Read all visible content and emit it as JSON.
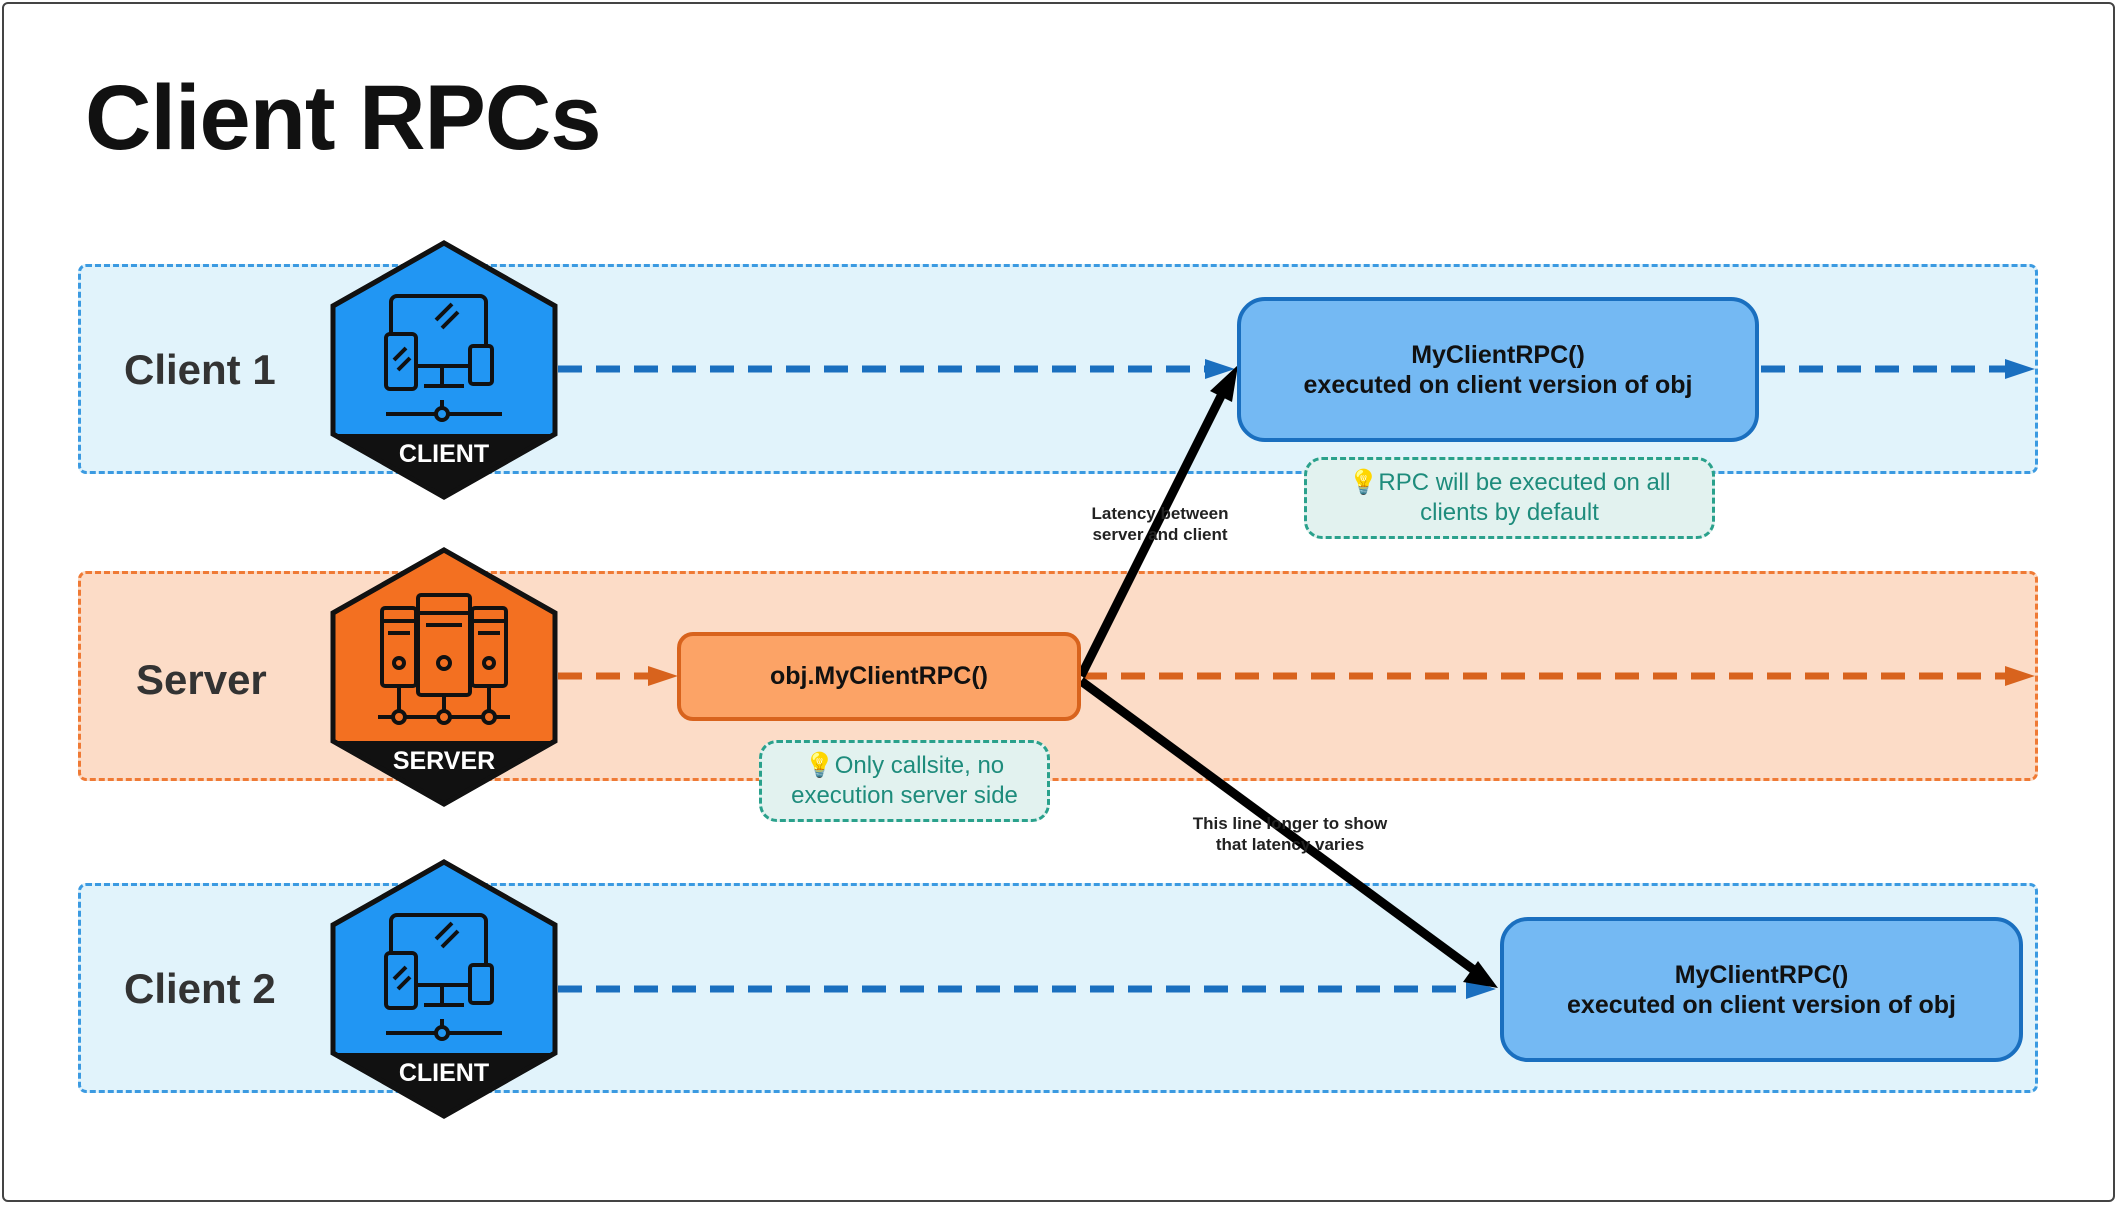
{
  "title": "Client RPCs",
  "lanes": {
    "client1": "Client 1",
    "server": "Server",
    "client2": "Client 2"
  },
  "icons": {
    "client1": {
      "name": "client-device-icon",
      "label": "CLIENT",
      "color": "#2196f3"
    },
    "server": {
      "name": "server-rack-icon",
      "label": "SERVER",
      "color": "#f37021"
    },
    "client2": {
      "name": "client-device-icon",
      "label": "CLIENT",
      "color": "#2196f3"
    }
  },
  "boxes": {
    "call": "obj.MyClientRPC()",
    "client1_line1": "MyClientRPC()",
    "client1_line2": "executed on client version of obj",
    "client2_line1": "MyClientRPC()",
    "client2_line2": "executed on client version of obj"
  },
  "notes": {
    "client_note_line1": "RPC will be executed on all",
    "client_note_line2": "clients by default",
    "server_note_line1": "Only callsite, no",
    "server_note_line2": "execution server side"
  },
  "captions": {
    "latency_line1": "Latency between",
    "latency_line2": "server and client",
    "longer_line1": "This line longer to show",
    "longer_line2": "that latency varies"
  },
  "colors": {
    "client_lane_bg": "#e1f3fb",
    "server_lane_bg": "#fcdcc7",
    "client_arrow": "#1a6fbf",
    "server_arrow": "#d8631d",
    "note_text": "#1e8c7c"
  }
}
